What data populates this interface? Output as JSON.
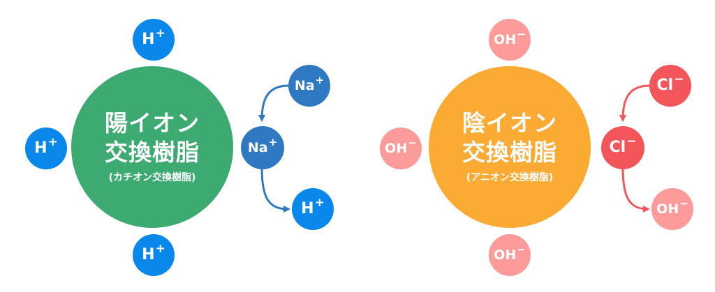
{
  "colors": {
    "cation_resin": "#3daa72",
    "anion_resin": "#fbab33",
    "h_ion": "#0a87ea",
    "na_ion": "#2e79c1",
    "oh_ion": "#fd9a9a",
    "cl_ion": "#f3565a"
  },
  "cation": {
    "resin_line1": "陽イオン",
    "resin_line2": "交換樹脂",
    "resin_sub": "(カチオン交換樹脂)",
    "h_symbol": "H",
    "h_charge": "+",
    "na_symbol": "Na",
    "na_charge": "+"
  },
  "anion": {
    "resin_line1": "陰イオン",
    "resin_line2": "交換樹脂",
    "resin_sub": "(アニオン交換樹脂)",
    "oh_symbol": "OH",
    "oh_charge": "−",
    "cl_symbol": "Cl",
    "cl_charge": "−"
  }
}
